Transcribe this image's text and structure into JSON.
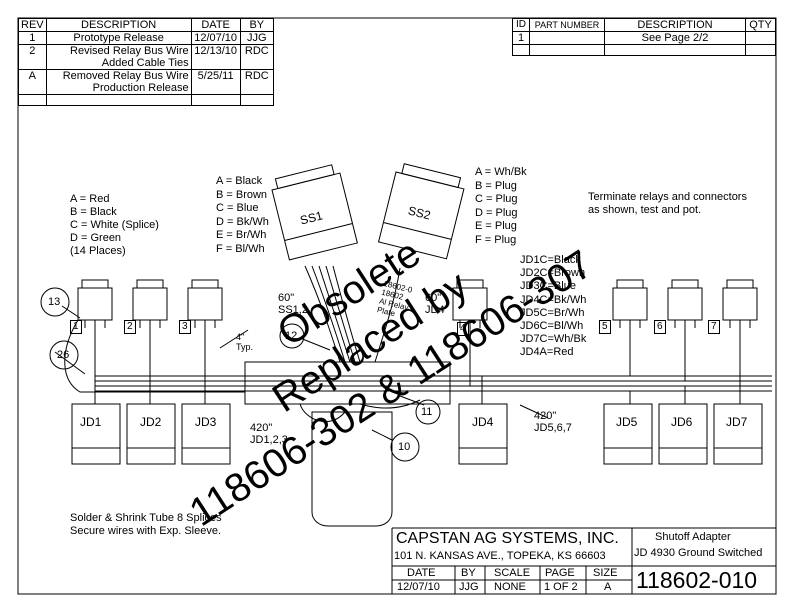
{
  "revision_table": {
    "headers": [
      "REV",
      "DESCRIPTION",
      "DATE",
      "BY"
    ],
    "rows": [
      {
        "rev": "1",
        "desc1": "Prototype Release",
        "desc2": "",
        "date": "12/07/10",
        "by": "JJG"
      },
      {
        "rev": "2",
        "desc1": "Revised Relay Bus Wire",
        "desc2": "Added Cable Ties",
        "date": "12/13/10",
        "by": "RDC"
      },
      {
        "rev": "A",
        "desc1": "Removed Relay Bus Wire",
        "desc2": "Production Release",
        "date": "5/25/11",
        "by": "RDC"
      }
    ]
  },
  "parts_table": {
    "headers": [
      "ID",
      "PART NUMBER",
      "DESCRIPTION",
      "QTY"
    ],
    "rows": [
      {
        "id": "1",
        "part": "",
        "desc": "See Page 2/2",
        "qty": ""
      }
    ]
  },
  "notes": {
    "left_legend": [
      "A = Red",
      "B = Black",
      "C = White (Splice)",
      "D = Green",
      "(14 Places)"
    ],
    "ss1_legend": [
      "A = Black",
      "B = Brown",
      "C = Blue",
      "D = Bk/Wh",
      "E = Br/Wh",
      "F = Bl/Wh"
    ],
    "ss2_legend": [
      "A = Wh/Bk",
      "B = Plug",
      "C = Plug",
      "D = Plug",
      "E = Plug",
      "F = Plug"
    ],
    "terminate": [
      "Terminate relays and connectors",
      "as shown, test and pot."
    ],
    "jd_legend": [
      "JD1C=Black",
      "JD2C=Brown",
      "JD3C=Blue",
      "JD4C=Bk/Wh",
      "JD5C=Br/Wh",
      "JD6C=Bl/Wh",
      "JD7C=Wh/Bk",
      "JD4A=Red"
    ],
    "solder": [
      "Solder & Shrink Tube 8 Splices",
      "Secure wires with Exp. Sleeve."
    ],
    "typ": [
      "4\"",
      "Typ."
    ],
    "len_60_ss12": [
      "60\"",
      "SS1,2"
    ],
    "len_60_jd4": [
      "60\"",
      "JD4"
    ],
    "len_420_left": [
      "420\"",
      "JD1,2,3"
    ],
    "len_420_right": [
      "420\"",
      "JD5,6,7"
    ],
    "relay_part": [
      "18602-0",
      "18602",
      "Al Relay",
      "Plate"
    ]
  },
  "connectors": {
    "ss1": "SS1",
    "ss2": "SS2",
    "jd_bottom": [
      "JD1",
      "JD2",
      "JD3",
      "JD4",
      "JD5",
      "JD6",
      "JD7"
    ],
    "relay_numbers": [
      "1",
      "2",
      "3",
      "4",
      "5",
      "6",
      "7"
    ]
  },
  "balloons": [
    "13",
    "26",
    "12",
    "11",
    "10"
  ],
  "title_block": {
    "company": "CAPSTAN AG SYSTEMS, INC.",
    "address": "101 N. KANSAS AVE., TOPEKA, KS 66603",
    "desc1": "Shutoff Adapter",
    "desc2": "JD 4930 Ground Switched",
    "headers": [
      "DATE",
      "BY",
      "SCALE",
      "PAGE",
      "SIZE"
    ],
    "values": [
      "12/07/10",
      "JJG",
      "NONE",
      "1 OF 2",
      "A"
    ],
    "part_number": "118602-010"
  },
  "watermark": {
    "line1": "Obsolete",
    "line2": "Replaced by",
    "line3": "118606-302 & 118606-307"
  }
}
